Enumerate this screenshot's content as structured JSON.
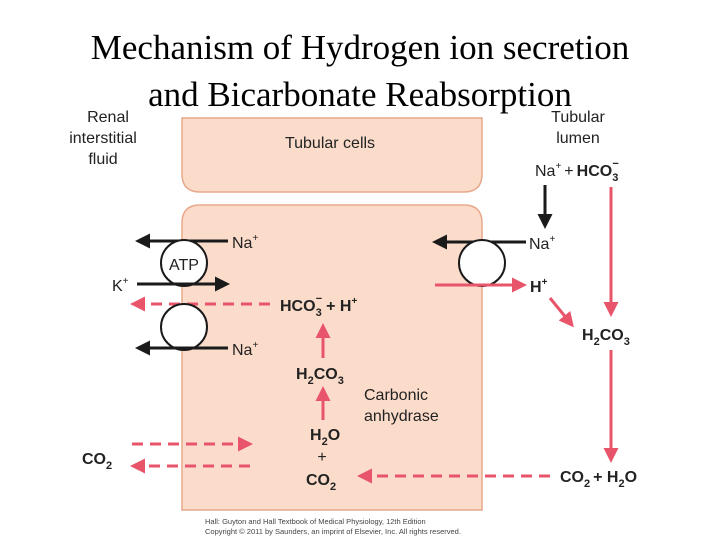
{
  "title": {
    "line1": "Mechanism of Hydrogen ion secretion",
    "line2": "and Bicarbonate Reabsorption"
  },
  "regions": {
    "renal_interstitial_fluid": [
      "Renal",
      "interstitial",
      "fluid"
    ],
    "tubular_lumen": [
      "Tubular",
      "lumen"
    ],
    "tubular_cells": "Tubular cells"
  },
  "lumen_input": {
    "na": "Na",
    "sup": "+",
    "plus": "+",
    "hco": "HCO",
    "hco_sub": "3",
    "hco_sup": "−"
  },
  "pump": {
    "atp": "ATP",
    "na": "Na",
    "k": "K",
    "sup": "+"
  },
  "exchanger": {
    "na": "Na",
    "h": "H",
    "sup": "+"
  },
  "cell_products": {
    "hco": "HCO",
    "sub": "3",
    "sup": "−",
    "plus": "+ H",
    "h_sup": "+"
  },
  "basolateral_cotransport": {
    "na": "Na",
    "sup": "+"
  },
  "cell_h2co3": {
    "h": "H",
    "sub1": "2",
    "co": "CO",
    "sub2": "3"
  },
  "enzyme": [
    "Carbonic",
    "anhydrase"
  ],
  "cell_h2o": {
    "h": "H",
    "sub": "2",
    "o": "O"
  },
  "cell_plus": "+",
  "cell_co2": {
    "co": "CO",
    "sub": "2"
  },
  "interstitial_co2": {
    "co": "CO",
    "sub": "2"
  },
  "lumen_h2co3": {
    "h": "H",
    "sub1": "2",
    "co": "CO",
    "sub2": "3"
  },
  "lumen_products": {
    "co": "CO",
    "sub": "2",
    "plus": "+ H",
    "sub2": "2",
    "o": "O"
  },
  "credit": {
    "line1": "Hall: Guyton and Hall Textbook of Medical Physiology, 12th Edition",
    "line2": "Copyright © 2011 by Saunders, an imprint of Elsevier, Inc. All rights reserved."
  },
  "colors": {
    "cell_fill": "#fbdcca",
    "cell_stroke": "#e7a98a",
    "red_arrow": "#e8556b",
    "black_arrow": "#1a1a1a"
  }
}
